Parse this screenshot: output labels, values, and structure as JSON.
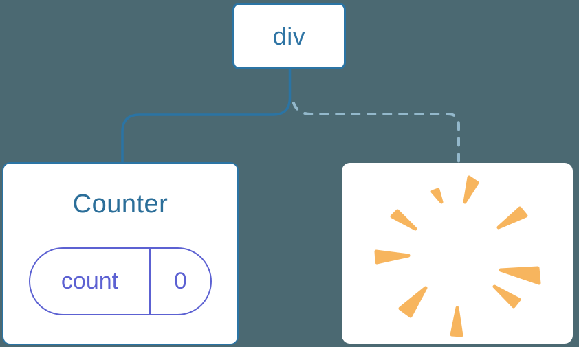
{
  "diagram": {
    "description": "React component tree: div parent keeps Counter child with state, removed child disappears with a poof",
    "root_node": {
      "label": "div"
    },
    "counter_node": {
      "title": "Counter",
      "state": {
        "key": "count",
        "value": "0"
      }
    },
    "removed_node": {
      "icon": "poof-burst-icon"
    },
    "edges": [
      {
        "type": "solid",
        "from": "div",
        "to": "Counter"
      },
      {
        "type": "dashed",
        "from": "div",
        "to": "removed-node"
      }
    ],
    "colors": {
      "background": "#4B6972",
      "edge_solid": "#2B74A4",
      "edge_dashed": "#93B8CB",
      "node_border": "#2B74A4",
      "node_text": "#2E74A4",
      "counter_title": "#2B6E99",
      "state_pill": "#5C61D2",
      "burst_orange": "#F7B55E",
      "card_bg": "#FFFFFF"
    }
  }
}
